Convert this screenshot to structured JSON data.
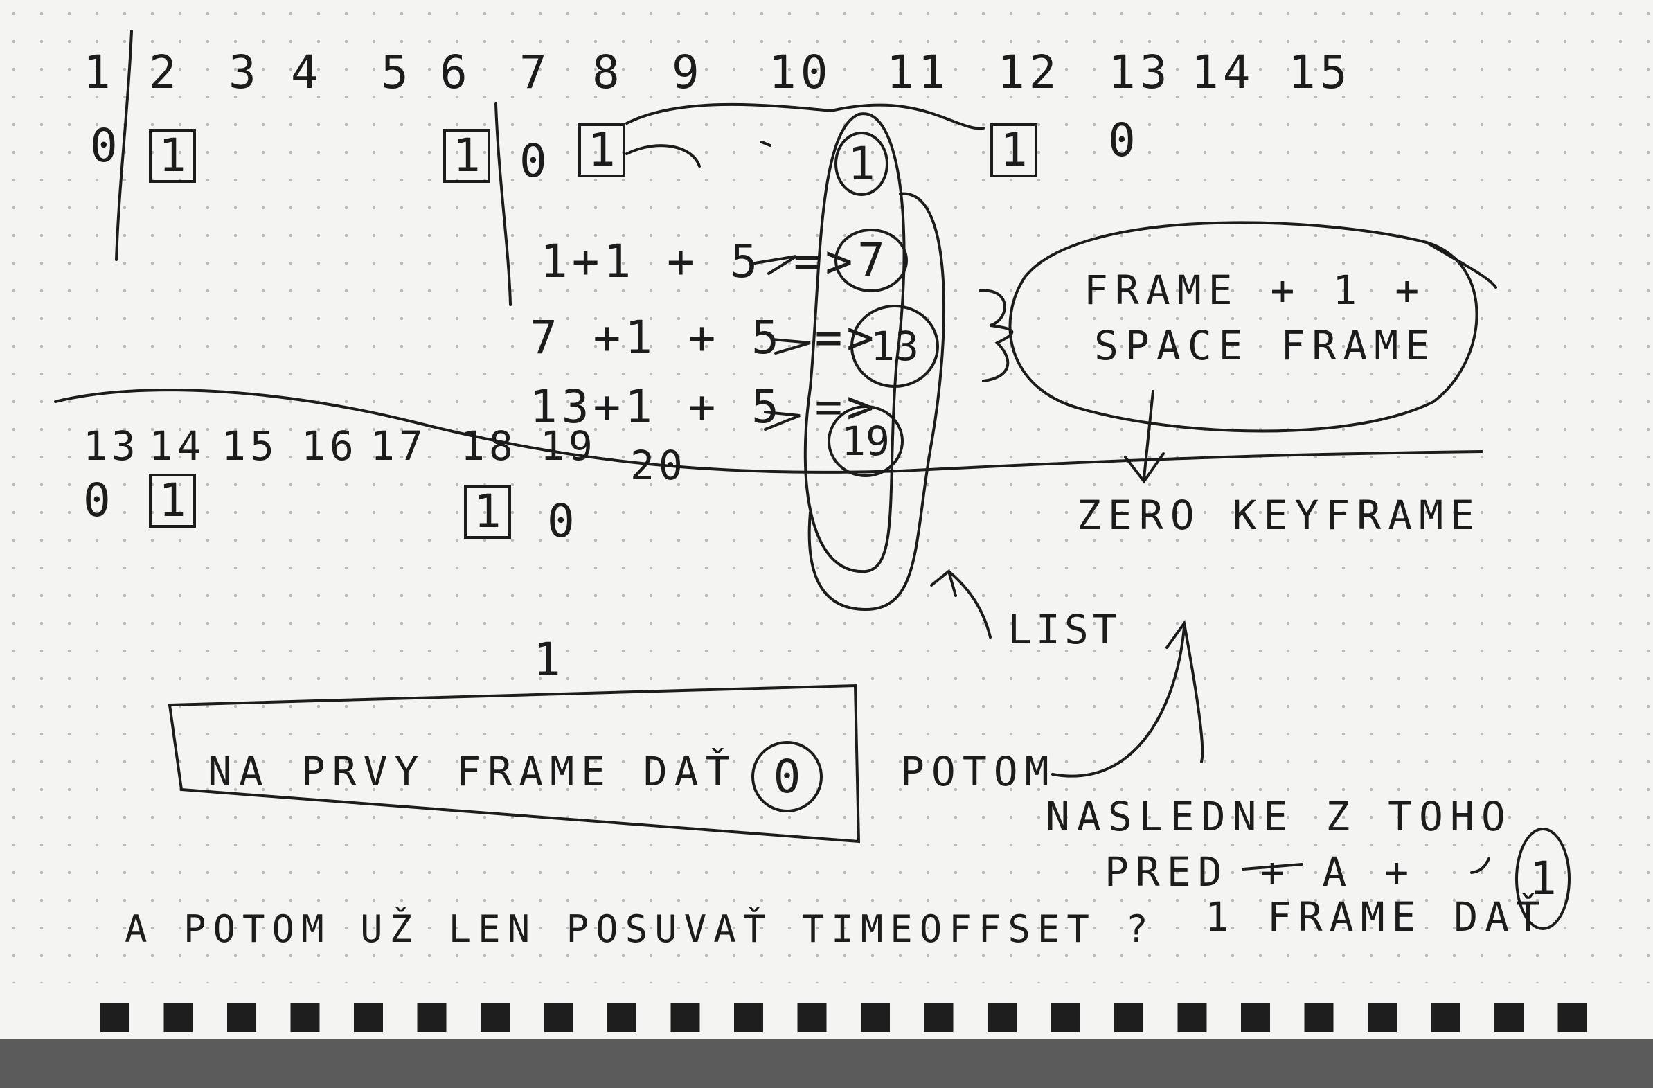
{
  "top_frames": [
    "1",
    "2",
    "3",
    "4",
    "5",
    "6",
    "7",
    "8",
    "9",
    "10",
    "11",
    "12",
    "13",
    "14",
    "15"
  ],
  "top_values": {
    "f1": "0",
    "f2": "1",
    "f6": "1",
    "f7": "0",
    "f8": "1",
    "f12": "1",
    "f13": "0"
  },
  "list_values": [
    "1",
    "7",
    "13",
    "19"
  ],
  "equations": [
    "1+1 + 5 =>",
    "7 +1 + 5 =>",
    "13+1 + 5 =>"
  ],
  "bubble": {
    "line1": "FRAME + 1 +",
    "line2": "SPACE FRAME"
  },
  "zero_keyframe": "ZERO KEYFRAME",
  "list_label": "LIST",
  "bottom_frames": [
    "13",
    "14",
    "15",
    "16",
    "17",
    "18",
    "19",
    "20"
  ],
  "bottom_values": {
    "f13": "0",
    "f14": "1",
    "f18": "1",
    "f19": "0"
  },
  "one_above_box": "1",
  "boxed_note": {
    "text": "NA PRVY FRAME DAŤ",
    "circled": "0"
  },
  "potom": "POTOM",
  "right_note": {
    "line1": "NASLEDNE Z TOHO",
    "line2": "PRED + A +",
    "line3": "1 FRAME DAŤ",
    "circled": "1"
  },
  "bottom_note": "A POTOM UŽ LEN POSUVAŤ TIMEOFFSET ?",
  "colors": {
    "ink": "#1c1c1c",
    "paper": "#f4f4f2",
    "dots": "#b9b9b9",
    "background": "#5b5b5b"
  }
}
